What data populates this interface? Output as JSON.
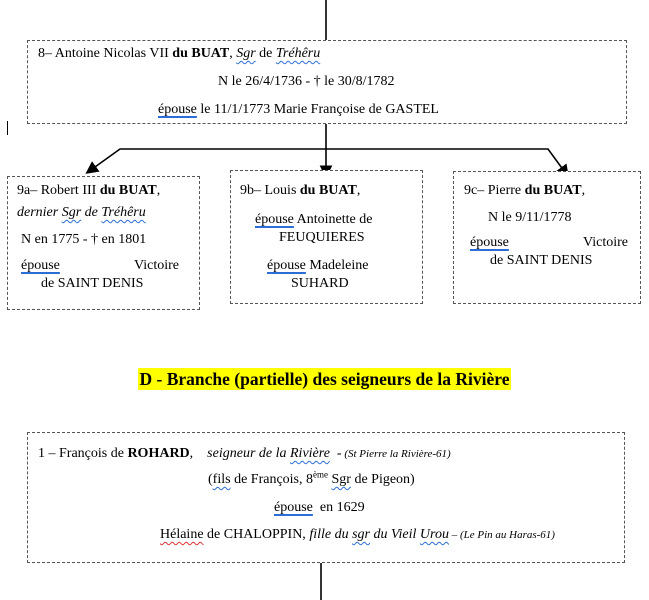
{
  "box8": {
    "line1": {
      "prefix": "8– Antoine Nicolas VII ",
      "bold": "du BUAT",
      "sep": ", ",
      "sgr": "Sgr",
      "de": " de ",
      "place": "Tréhêru"
    },
    "line2": "N le 26/4/1736  -  † le 30/8/1782",
    "line3": {
      "epouse": "épouse",
      "date": " le 11/1/1773     Marie Françoise de GASTEL"
    }
  },
  "box9a": {
    "line1": {
      "prefix": "9a– Robert III ",
      "bold": "du BUAT",
      "suffix": ","
    },
    "line2": {
      "dernier": "dernier ",
      "sgr": "Sgr",
      "de": " de ",
      "place": "Tréhêru"
    },
    "line3": "N en 1775  -  † en 1801",
    "line4": {
      "epouse": "épouse",
      "rest": "Victoire"
    },
    "line5": "de SAINT DENIS"
  },
  "box9b": {
    "line1": {
      "prefix": "9b– Louis ",
      "bold": "du BUAT",
      "suffix": ","
    },
    "line2": {
      "epouse": "épouse",
      "rest": "  Antoinette de"
    },
    "line3": "FEUQUIERES",
    "line4": {
      "epouse": "épouse",
      "rest": " Madeleine"
    },
    "line5": "SUHARD"
  },
  "box9c": {
    "line1": {
      "prefix": "9c– Pierre ",
      "bold": "du BUAT",
      "suffix": ","
    },
    "line2": "N le 9/11/1778",
    "line3": {
      "epouse": "épouse",
      "rest": "Victoire"
    },
    "line4": "de SAINT DENIS"
  },
  "heading": "D - Branche (partielle) des seigneurs de la Rivière",
  "box1": {
    "line1": {
      "prefix": "1 – François de ",
      "bold": "ROHARD",
      "sep": ",    ",
      "seigneur": "seigneur de la ",
      "riviere": "Rivière",
      "dash": "  -",
      "place": " (St Pierre la Rivière-61)"
    },
    "line2": {
      "open": "(",
      "fils": "fils",
      "mid": " de François, 8",
      "sup": "ème",
      "sgr": "Sgr",
      "end": " de Pigeon)"
    },
    "line3": {
      "epouse": "épouse",
      "rest": "  en 1629"
    },
    "line4": {
      "name": "Hélaine",
      "rest": " de CHALOPPIN, ",
      "fille": "fille du ",
      "sgr": "sgr",
      "du": " du Vieil ",
      "urou": "Urou",
      "place": " – (Le Pin au Haras-61)"
    }
  }
}
